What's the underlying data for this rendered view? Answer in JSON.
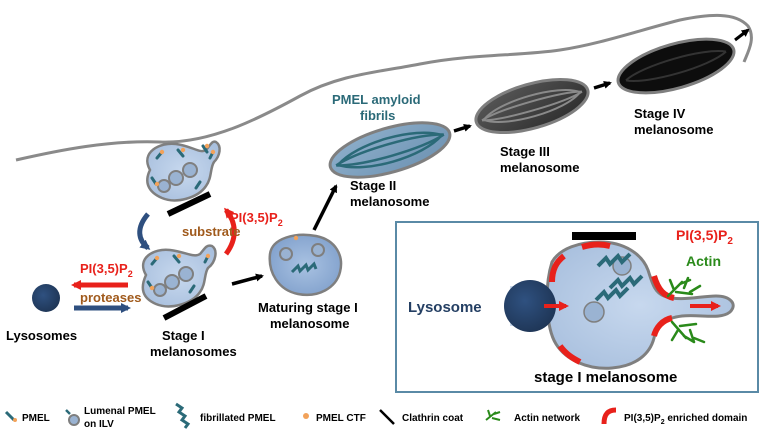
{
  "colors": {
    "cell_fill": "#b9cde6",
    "cell_stroke": "#7f7f7f",
    "lysosome": "#243f63",
    "teal": "#2b6a78",
    "red": "#e8211b",
    "blue_arrow": "#2e4f7f",
    "orange_arrow": "#a05a1c",
    "orange_dot": "#f2a25a",
    "green": "#2a8a1a",
    "inset_border": "#5a8aa6"
  },
  "labels": {
    "lysosomes": "Lysosomes",
    "stage1_line1": "Stage I",
    "stage1_line2": "melanosomes",
    "maturing_line1": "Maturing stage I",
    "maturing_line2": "melanosome",
    "stage2_line1": "Stage II",
    "stage2_line2": "melanosome",
    "stage3_line1": "Stage III",
    "stage3_line2": "melanosome",
    "stage4_line1": "Stage IV",
    "stage4_line2": "melanosome",
    "pmel_amyloid_line1": "PMEL amyloid",
    "pmel_amyloid_line2": "fibrils",
    "substrate": "substrate",
    "proteases": "proteases",
    "pi_base": "PI(3,5)P",
    "pi_sub": "2"
  },
  "inset": {
    "lysosome": "Lysosome",
    "pi_base": "PI(3,5)P",
    "pi_sub": "2",
    "actin": "Actin",
    "caption": "stage I melanosome"
  },
  "legend": {
    "pmel": "PMEL",
    "lumenal_line1": "Lumenal PMEL",
    "lumenal_line2": "on ILV",
    "fibrillated": "fibrillated PMEL",
    "ctf": "PMEL CTF",
    "clathrin": "Clathrin coat",
    "actin_network": "Actin network",
    "pi_enriched_base": "PI(3,5)P",
    "pi_enriched_sub": "2",
    "pi_enriched_rest": " enriched domain"
  }
}
